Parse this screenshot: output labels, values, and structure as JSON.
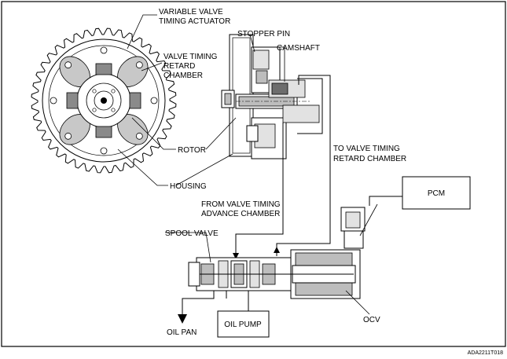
{
  "labels": {
    "actuator_l1": "VARIABLE VALVE",
    "actuator_l2": "TIMING ACTUATOR",
    "stopper_pin": "STOPPER PIN",
    "camshaft": "CAMSHAFT",
    "retard_l1": "VALVE TIMING",
    "retard_l2": "RETARD",
    "retard_l3": "CHAMBER",
    "rotor": "ROTOR",
    "housing": "HOUSING",
    "to_retard_l1": "TO VALVE TIMING",
    "to_retard_l2": "RETARD CHAMBER",
    "pcm": "PCM",
    "from_advance_l1": "FROM VALVE TIMING",
    "from_advance_l2": "ADVANCE CHAMBER",
    "spool_valve": "SPOOL VALVE",
    "oil_pump": "OIL PUMP",
    "oil_pan": "OIL PAN",
    "ocv": "OCV",
    "figure_code": "ADA2211T018"
  }
}
